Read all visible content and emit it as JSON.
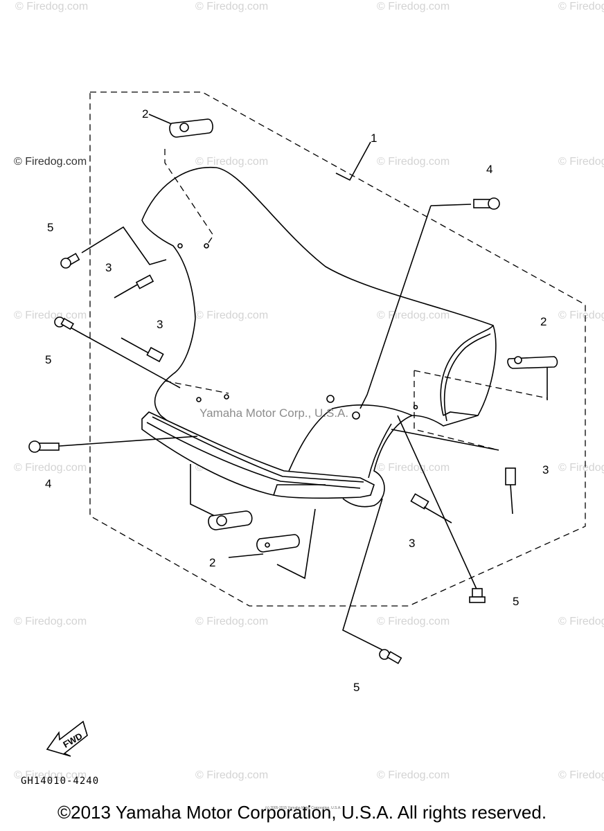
{
  "watermark": "© Firedog.com",
  "center_watermark": "Yamaha Motor Corp., U.S.A.",
  "diagram_code": "GH14010-4240",
  "fwd_label": "FWD",
  "tiny_note": "(c) 2005-2015 Yamaha Motor Corporation, U.S.A.",
  "copyright": "©2013 Yamaha Motor Corporation, U.S.A. All rights reserved.",
  "callouts": {
    "c1": "1",
    "c2a": "2",
    "c2b": "2",
    "c2c": "2",
    "c3a": "3",
    "c3b": "3",
    "c3c": "3",
    "c3d": "3",
    "c4a": "4",
    "c4b": "4",
    "c5a": "5",
    "c5b": "5",
    "c5c": "5",
    "c5d": "5"
  }
}
